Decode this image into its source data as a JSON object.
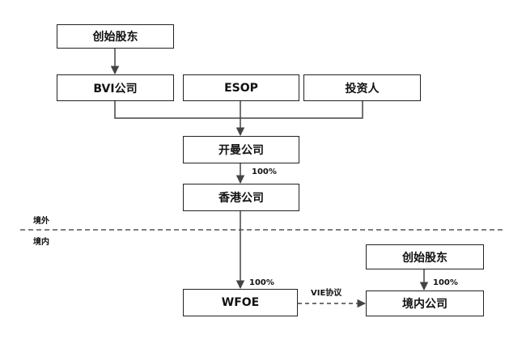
{
  "nodes": {
    "founder_top": "创始股东",
    "bvi": "BVI公司",
    "esop": "ESOP",
    "investor": "投资人",
    "cayman": "开曼公司",
    "hongkong": "香港公司",
    "wfoe": "WFOE",
    "founder_bottom": "创始股东",
    "domestic_company": "境内公司"
  },
  "edge_labels": {
    "cayman_to_hk": "100%",
    "hk_to_wfoe": "100%",
    "founder_to_domestic": "100%",
    "vie": "VIE协议"
  },
  "regions": {
    "offshore": "境外",
    "onshore": "境内"
  }
}
